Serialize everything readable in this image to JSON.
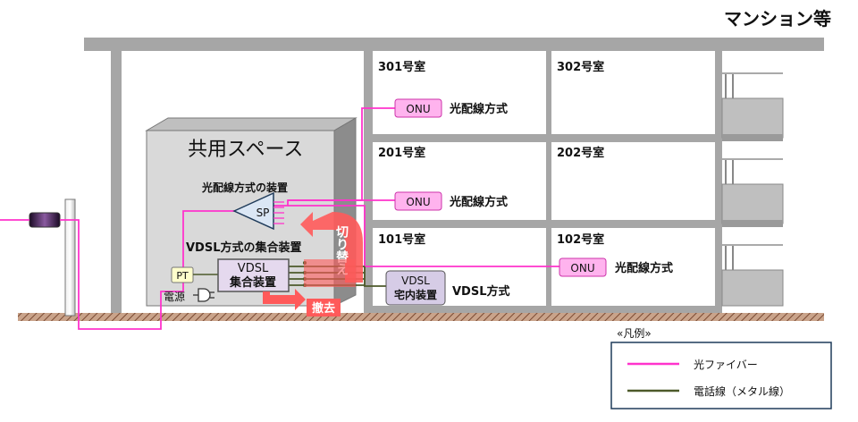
{
  "title": "マンション等",
  "shared_space": {
    "label": "共用スペース",
    "optical_equipment_label": "光配線方式の装置",
    "splitter_label": "SP",
    "vdsl_group_label": "VDSL方式の集合装置",
    "vdsl_unit_line1": "VDSL",
    "vdsl_unit_line2": "集合装置",
    "pt_label": "PT",
    "power_label": "電源",
    "switch_label": "切り替え",
    "removal_label": "撤去"
  },
  "rooms": [
    {
      "id": "301",
      "label": "301号室"
    },
    {
      "id": "302",
      "label": "302号室"
    },
    {
      "id": "201",
      "label": "201号室"
    },
    {
      "id": "202",
      "label": "202号室"
    },
    {
      "id": "101",
      "label": "101号室"
    },
    {
      "id": "102",
      "label": "102号室"
    }
  ],
  "terminals": {
    "onu_label": "ONU",
    "optical_method_label": "光配線方式",
    "vdsl_home_line1": "VDSL",
    "vdsl_home_line2": "宅内装置",
    "vdsl_method_label": "VDSL方式"
  },
  "legend": {
    "title": "«凡例»",
    "items": [
      {
        "label": "光ファイバー",
        "color": "#ff33cc"
      },
      {
        "label": "電話線（メタル線）",
        "color": "#4d5a2a"
      }
    ]
  },
  "colors": {
    "fiber": "#ff33cc",
    "metal": "#4d5a2a",
    "wall": "#a6a6a6",
    "shared_space_fill": "#d9d9d9",
    "onu_fill": "#ffb3ee",
    "vdsl_unit_fill": "#e5d9ee",
    "pt_fill": "#ffffcc",
    "arrow_red": "#ff5a5a",
    "legend_border": "#1f3b5a"
  }
}
